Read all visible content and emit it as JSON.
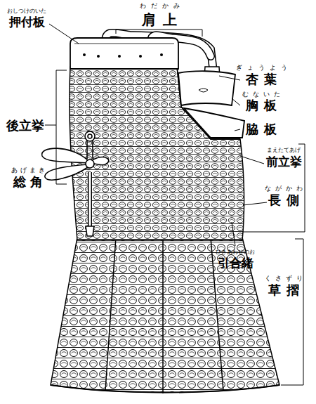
{
  "diagram": {
    "labels": [
      "わだかみ",
      "肩上",
      "おしつけのいた",
      "押付板",
      "後立挙",
      "ぎょうよう",
      "杏葉",
      "むないた",
      "胸板",
      "脇板",
      "まえたてあげ",
      "前立挙",
      "あげまき",
      "総角",
      "ながかわ",
      "長側",
      "ひきあわせのお",
      "引合緒",
      "くさずり",
      "草摺"
    ]
  }
}
